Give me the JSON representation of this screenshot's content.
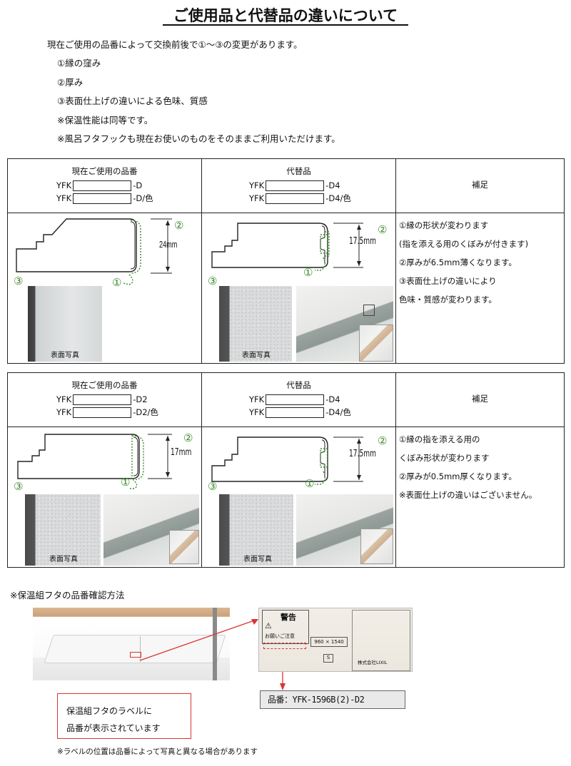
{
  "title": "ご使用品と代替品の違いについて",
  "intro": {
    "lead": "現在ご使用の品番によって交換前後で①～③の変更があります。",
    "items": [
      "①縁の窪み",
      "②厚み",
      "③表面仕上げの違いによる色味、質感",
      "※保温性能は同等です。",
      "※風呂フタフックも現在お使いのものをそのままご利用いただけます。"
    ]
  },
  "table1": {
    "current_header": "現在ご使用の品番",
    "replacement_header": "代替品",
    "note_header": "補足",
    "current_pn": [
      {
        "prefix": "YFK",
        "suffix": "-D"
      },
      {
        "prefix": "YFK",
        "suffix": "-D/色"
      }
    ],
    "replacement_pn": [
      {
        "prefix": "YFK",
        "suffix": "-D4"
      },
      {
        "prefix": "YFK",
        "suffix": "-D4/色"
      }
    ],
    "current_thickness": "24mm",
    "replacement_thickness": "17.5mm",
    "markers": {
      "m1": "①",
      "m2": "②",
      "m3": "③"
    },
    "surface_label": "表面写真",
    "notes": [
      "①縁の形状が変わります",
      "(指を添える用のくぼみが付きます)",
      "②厚みが6.5mm薄くなります。",
      "③表面仕上げの違いにより",
      "色味・質感が変わります。"
    ]
  },
  "table2": {
    "current_header": "現在ご使用の品番",
    "replacement_header": "代替品",
    "note_header": "補足",
    "current_pn": [
      {
        "prefix": "YFK",
        "suffix": "-D2"
      },
      {
        "prefix": "YFK",
        "suffix": "-D2/色"
      }
    ],
    "replacement_pn": [
      {
        "prefix": "YFK",
        "suffix": "-D4"
      },
      {
        "prefix": "YFK",
        "suffix": "-D4/色"
      }
    ],
    "current_thickness": "17mm",
    "replacement_thickness": "17.5mm",
    "markers": {
      "m1": "①",
      "m2": "②",
      "m3": "③"
    },
    "surface_label": "表面写真",
    "notes": [
      "①縁の指を添える用の",
      "くぼみ形状が変わります",
      "②厚みが0.5mm厚くなります。",
      "※表面仕上げの違いはございません。"
    ]
  },
  "confirm": {
    "heading": "※保温組フタの品番確認方法",
    "callout_lines": [
      "保温組フタのラベルに",
      "品番が表示されています"
    ],
    "label_warning": "警告",
    "label_caution": "お願いご注意",
    "label_size": "960 × 1540",
    "label_maker": "株式会社LIXIL",
    "label_zoom": "品番：YFK-1596B(2)-D2",
    "footnote": "※ラベルの位置は品番によって写真と異なる場合があります"
  }
}
